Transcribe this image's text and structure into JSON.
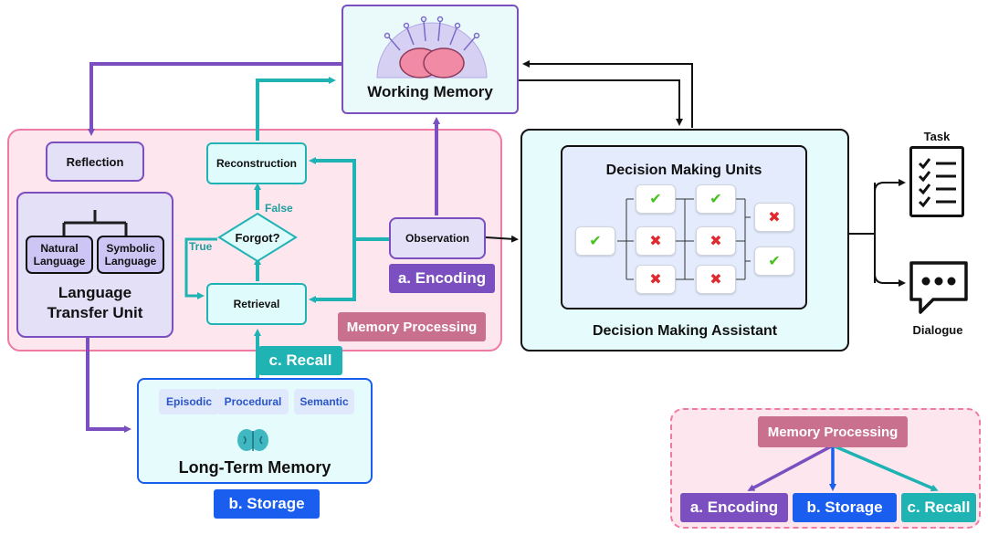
{
  "working_memory": "Working Memory",
  "memory_region_label": "Memory Processing",
  "reflection": "Reflection",
  "natural_language": "Natural\nLanguage",
  "symbolic_language": "Symbolic\nLanguage",
  "language_transfer_unit": "Language\nTransfer Unit",
  "reconstruction": "Reconstruction",
  "forgot": "Forgot?",
  "false_label": "False",
  "true_label": "True",
  "retrieval": "Retrieval",
  "observation": "Observation",
  "encoding": "a. Encoding",
  "recall": "c. Recall",
  "storage": "b. Storage",
  "long_term_memory": "Long-Term Memory",
  "memory_types": [
    "Episodic",
    "Procedural",
    "Semantic"
  ],
  "decision_units": "Decision Making Units",
  "decision_assistant": "Decision Making Assistant",
  "task": "Task",
  "dialogue": "Dialogue",
  "legend": {
    "root": "Memory Processing",
    "children": [
      "a. Encoding",
      "b. Storage",
      "c. Recall"
    ]
  },
  "grid": {
    "col1": [
      "check"
    ],
    "col2": [
      "check",
      "cross",
      "cross"
    ],
    "col3": [
      "check",
      "cross",
      "cross"
    ],
    "col4": [
      "cross",
      "check"
    ]
  },
  "colors": {
    "purple": "#7b4fbf",
    "teal": "#1fb3b3",
    "blue": "#1a5ef0",
    "pink_bg": "#fde6ee",
    "pink_border": "#f07aa6",
    "mauve": "#c9708e",
    "check": "#46c11e",
    "cross": "#e0282e"
  }
}
